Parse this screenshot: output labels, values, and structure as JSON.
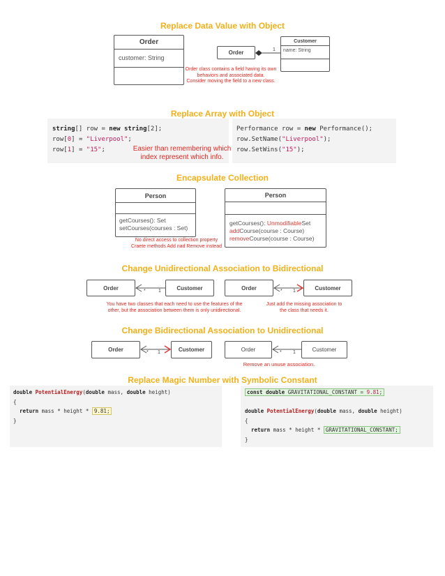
{
  "sections": {
    "s1": {
      "title": "Replace Data Value with Object",
      "order_box": {
        "header": "Order",
        "field": "customer: String"
      },
      "order_pill": "Order",
      "customer_box": {
        "header": "Customer",
        "field": "name: String"
      },
      "multiplicity": "1",
      "note_lines": [
        "Order class contains a field having its own",
        "behaviors and associated data.",
        "Consider moving the field to a new class."
      ]
    },
    "s2": {
      "title": "Replace Array with Object",
      "left_code": {
        "line1": {
          "t1": "string",
          "t2": "[] row = ",
          "t3": "new",
          "t4": " ",
          "t5": "string",
          "t6": "[2];"
        },
        "line2": {
          "t1": "row[",
          "t2": "0",
          "t3": "] = ",
          "t4": "\"Liverpool\"",
          "t5": ";"
        },
        "line3": {
          "t1": "row[",
          "t2": "1",
          "t3": "] = ",
          "t4": "\"15\"",
          "t5": ";"
        }
      },
      "right_code": {
        "line1": {
          "t1": "Performance row = ",
          "t2": "new",
          "t3": " Performance();"
        },
        "line2": {
          "t1": "row.SetName(",
          "t2": "\"Liverpool\"",
          "t3": ");"
        },
        "line3": {
          "t1": "row.SetWins(",
          "t2": "\"15\"",
          "t3": ");"
        }
      },
      "note_lines": [
        "Easier than remembering which",
        "index represent which info."
      ]
    },
    "s3": {
      "title": "Encapsulate Collection",
      "left_box": {
        "header": "Person",
        "methods": [
          "getCourses(): Set",
          "setCourses(courses : Set)"
        ]
      },
      "right_box": {
        "header": "Person",
        "m1_a": "getCourses(): ",
        "m1_b": "Unmodifiable",
        "m1_c": "Set",
        "m2_a": "add",
        "m2_b": "Course(course : Course)",
        "m3_a": "remove",
        "m3_b": "Course(course : Course)"
      },
      "note_lines": [
        "No direct access to collection property",
        "Craete methods Add nad Remove instead"
      ]
    },
    "s4": {
      "title": "Change Unidirectional Association to Bidirectional",
      "left": {
        "a": "Order",
        "b": "Customer",
        "m1": "*",
        "m2": "1"
      },
      "right": {
        "a": "Order",
        "b": "Customer",
        "m1": "*",
        "m2": "1"
      },
      "note_left": [
        "You have two classes that each need to use the features of the",
        "other, but the association between them is only unidirectional."
      ],
      "note_right": [
        "Just add the missing association to",
        "the class that needs it."
      ]
    },
    "s5": {
      "title": "Change Bidirectional Association to Unidirectional",
      "left": {
        "a": "Order",
        "b": "Customer",
        "m1": "*",
        "m2": "1"
      },
      "right": {
        "a": "Order",
        "b": "Customer",
        "m1": "*",
        "m2": "1"
      },
      "note": "Remove an unuse association."
    },
    "s6": {
      "title": "Replace Magic Number with Symbolic Constant",
      "left_code": {
        "l1": {
          "kw1": "double",
          "fn": "PotentialEnergy",
          "p1": "(",
          "kw2": "double",
          "p2": " mass, ",
          "kw3": "double",
          "p3": " height)"
        },
        "l2": "{",
        "l3": {
          "kw": "return",
          "p": " mass * height * ",
          "num": "9.81;"
        },
        "l4": "}"
      },
      "right_code": {
        "c1": {
          "kw1": "const",
          "kw2": "double",
          "p": " GRAVITATIONAL_CONSTANT = ",
          "num": "9.81",
          "end": ";"
        },
        "l1": {
          "kw1": "double",
          "fn": "PotentialEnergy",
          "p1": "(",
          "kw2": "double",
          "p2": " mass, ",
          "kw3": "double",
          "p3": " height)"
        },
        "l2": "{",
        "l3": {
          "kw": "return",
          "p": " mass * height * ",
          "c": "GRAVITATIONAL_CONSTANT;"
        },
        "l4": "}"
      }
    }
  },
  "colors": {
    "title": "#f2b019",
    "note": "#e0271f",
    "arrow_red": "#e53935"
  }
}
